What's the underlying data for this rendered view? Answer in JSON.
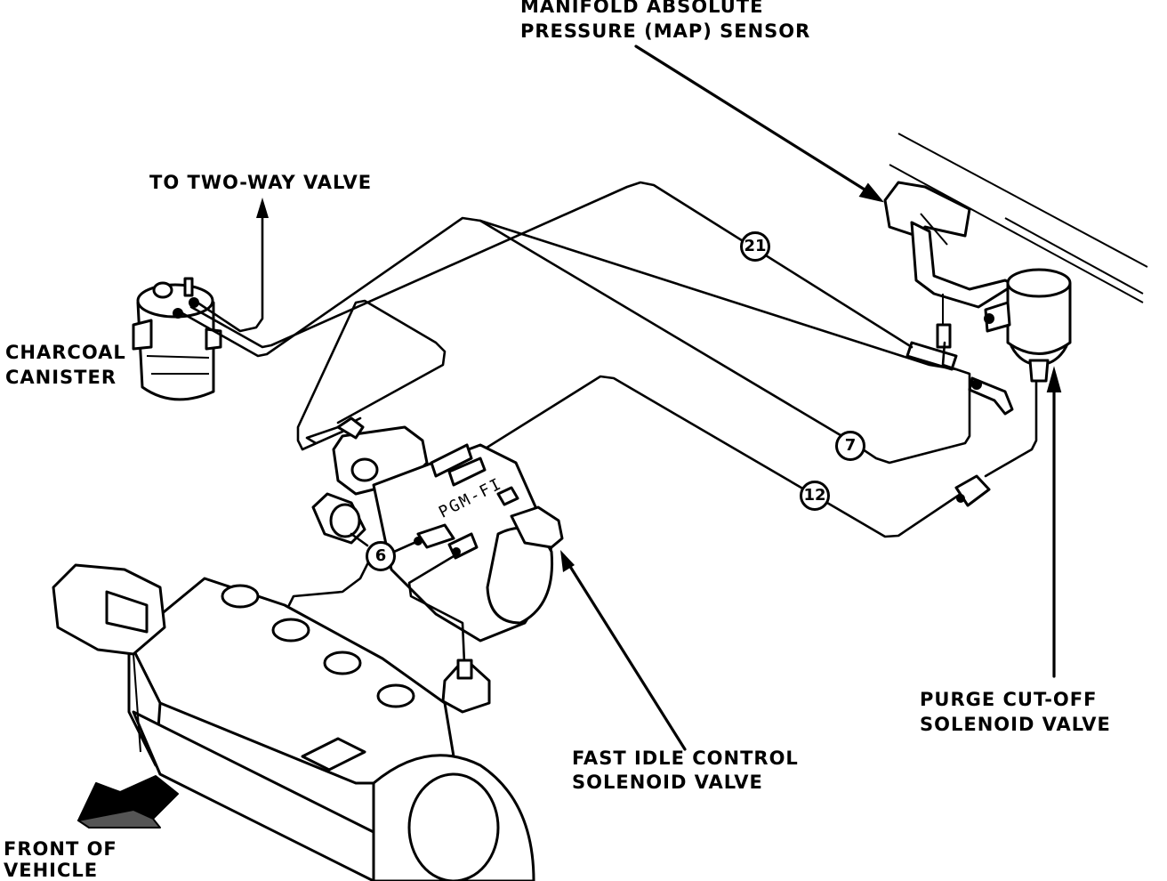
{
  "labels": {
    "map_sensor_line1": "MANIFOLD ABSOLUTE",
    "map_sensor_line2": "PRESSURE (MAP) SENSOR",
    "two_way_valve": "TO TWO-WAY VALVE",
    "charcoal_line1": "CHARCOAL",
    "charcoal_line2": "CANISTER",
    "fast_idle_line1": "FAST IDLE CONTROL",
    "fast_idle_line2": "SOLENOID VALVE",
    "purge_line1": "PURGE CUT-OFF",
    "purge_line2": "SOLENOID VALVE",
    "front_line1": "FRONT OF",
    "front_line2": "VEHICLE",
    "throttle_body_marking": "PGM-FI"
  },
  "hose_numbers": {
    "h21": "21",
    "h7": "7",
    "h12": "12",
    "h6": "6"
  },
  "colors": {
    "ink": "#000000",
    "paper": "#ffffff"
  }
}
